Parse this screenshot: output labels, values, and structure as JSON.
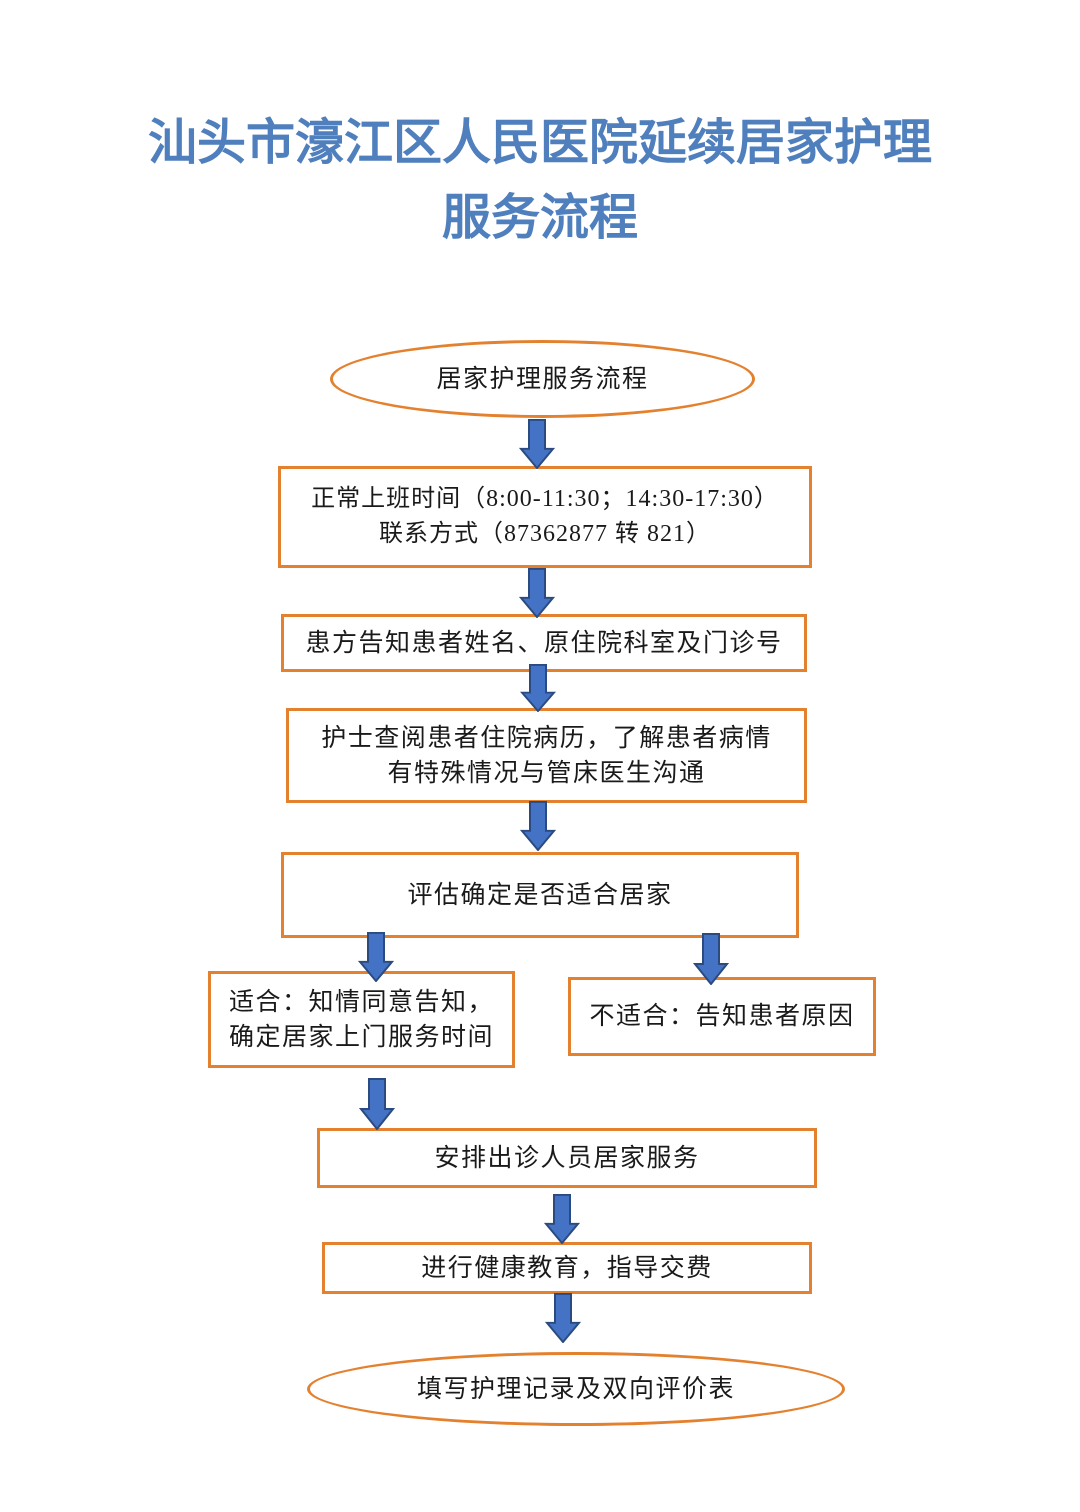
{
  "title": {
    "line1": "汕头市濠江区人民医院延续居家护理",
    "line2": "服务流程"
  },
  "flow": {
    "start": "居家护理服务流程",
    "hours": {
      "line1": "正常上班时间（8:00-11:30；14:30-17:30）",
      "line2": "联系方式（87362877 转 821）"
    },
    "inform": "患方告知患者姓名、原住院科室及门诊号",
    "review": {
      "line1": "护士查阅患者住院病历，了解患者病情",
      "line2": "有特殊情况与管床医生沟通"
    },
    "assess": "评估确定是否适合居家",
    "suitable": {
      "line1": "适合：知情同意告知，",
      "line2": "确定居家上门服务时间"
    },
    "unsuitable": "不适合：告知患者原因",
    "arrange": "安排出诊人员居家服务",
    "educate": "进行健康教育，指导交费",
    "end": "填写护理记录及双向评价表"
  },
  "colors": {
    "title": "#4f7fbd",
    "node_border": "#e4812f",
    "arrow_fill": "#4472c4",
    "arrow_outline": "#2b4b80",
    "text": "#1a1a1a"
  }
}
